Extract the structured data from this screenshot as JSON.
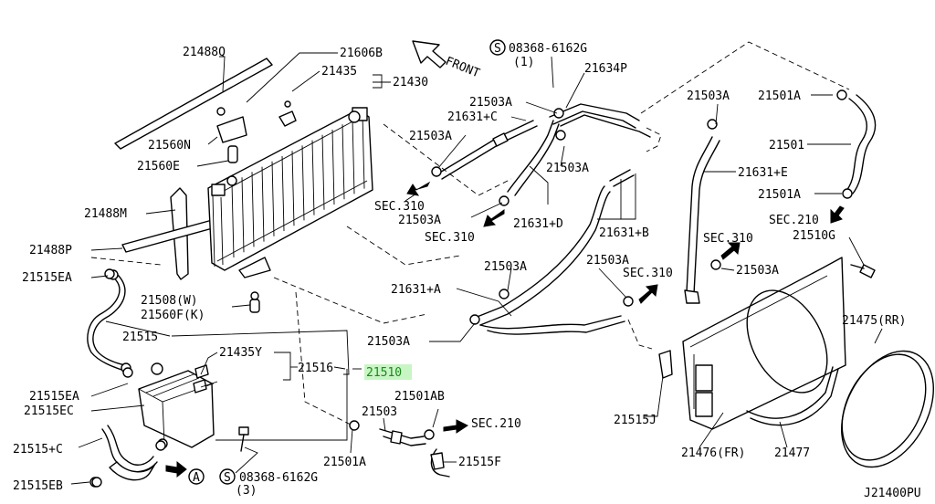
{
  "diagram_code": "J21400PU",
  "front_label": "FRONT",
  "highlight_color": "#1a8a1a",
  "highlight_bg": "#c8f5c4",
  "labels": {
    "p21488Q": "21488Q",
    "p21606B": "21606B",
    "p21435": "21435",
    "p21430": "21430",
    "p21560N": "21560N",
    "p21560E": "21560E",
    "p21488M": "21488M",
    "p21488P": "21488P",
    "p21515EA_1": "21515EA",
    "p21508": "21508(W)",
    "p21560F": "21560F(K)",
    "p21515": "21515",
    "p21435Y": "21435Y",
    "p21516": "21516",
    "p21510": "21510",
    "p21515EA_2": "21515EA",
    "p21515EC": "21515EC",
    "p21515C": "21515+C",
    "p21515EB": "21515EB",
    "bolt_bottom": "08368-6162G",
    "bolt_bottom_qty": "(3)",
    "bolt_top": "08368-6162G",
    "bolt_top_qty": "(1)",
    "p21634P": "21634P",
    "p21503A_1": "21503A",
    "p21631C": "21631+C",
    "p21503A_2": "21503A",
    "p21503A_3": "21503A",
    "sec310_1": "SEC.310",
    "p21503A_4": "21503A",
    "sec310_2": "SEC.310",
    "p21631D": "21631+D",
    "p21631B": "21631+B",
    "p21503A_5": "21503A",
    "p21501A_1": "21501A",
    "p21501": "21501",
    "p21631E": "21631+E",
    "p21501A_2": "21501A",
    "sec210_1": "SEC.210",
    "p21510G": "21510G",
    "sec310_3": "SEC.310",
    "p21503A_6": "21503A",
    "p21503A_7": "21503A",
    "sec310_4": "SEC.310",
    "p21503A_8": "21503A",
    "p21631A": "21631+A",
    "p21503A_9": "21503A",
    "p21501AB": "21501AB",
    "p21503": "21503",
    "sec210_2": "SEC.210",
    "p21501A_3": "21501A",
    "p21515F": "21515F",
    "p21515J": "21515J",
    "p21476": "21476(FR)",
    "p21477": "21477",
    "p21475": "21475(RR)",
    "circle_s": "S",
    "circle_a": "A"
  }
}
